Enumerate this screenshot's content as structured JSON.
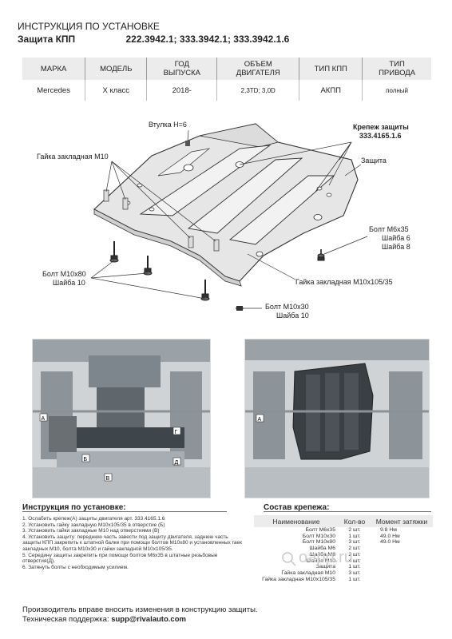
{
  "header": {
    "title": "ИНСТРУКЦИЯ ПО УСТАНОВКЕ",
    "product": "Защита КПП",
    "codes": "222.3942.1; 333.3942.1; 333.3942.1.6"
  },
  "spec_table": {
    "headers": [
      "МАРКА",
      "МОДЕЛЬ",
      "ГОД\nВЫПУСКА",
      "ОБЪЕМ\nДВИГАТЕЛЯ",
      "ТИП КПП",
      "ТИП\nПРИВОДА"
    ],
    "row": [
      "Mercedes",
      "X класс",
      "2018-",
      "2,3TD; 3,0D",
      "АКПП",
      "полный"
    ]
  },
  "diagram_labels": {
    "bushing": "Втулка Н=6",
    "mount_kit": "Крепеж защиты",
    "mount_kit_code": "333.4165.1.6",
    "guard": "Защита",
    "nut_m10": "Гайка закладная М10",
    "bolt_m6": "Болт М6х35",
    "washer_6": "Шайба 6",
    "washer_8": "Шайба 8",
    "bolt_m10x80": "Болт М10х80",
    "washer_10_a": "Шайба 10",
    "nut_m10x105": "Гайка закладная М10х105/35",
    "bolt_m10x30": "Болт М10х30",
    "washer_10_b": "Шайба 10"
  },
  "photo_labels": {
    "a1": "А",
    "a2": "А",
    "b1": "Б",
    "v1": "В",
    "g1": "Г",
    "d1": "Д"
  },
  "instructions": {
    "title": "Инструкция по установке:",
    "steps": [
      "1. Ослабить крепеж(А) защиты двигателя арт. 333.4165.1.6",
      "2. Установить гайку закладную М10х105/35 в отверстие (Б)",
      "3. Установить гайки закладные М10 над отверстиями (В)",
      "4. Установить защиту: переднюю часть завести под защиту двигателя, заднюю часть",
      "защиты КПП закрепить к штатной балке при помощи болтов М10х80 и установленных гаек",
      "закладных М10, болта М10х30 и гайки закладной М10х105/35.",
      "5. Середину защиты закрепить при помощи болтов М6х35 в штатные резьбовые",
      "отверстия(Д).",
      "6. Затянуть болты с необходимым усилием."
    ]
  },
  "fasteners": {
    "title": "Состав крепежа:",
    "headers": [
      "Наименование",
      "Кол-во",
      "Момент затяжки"
    ],
    "rows": [
      [
        "Болт М6х35",
        "2 шт.",
        "9.8 Нм"
      ],
      [
        "Болт М10х30",
        "1 шт.",
        "49.0 Нм"
      ],
      [
        "Болт М10х80",
        "3 шт.",
        "49.0 Нм"
      ],
      [
        "Шайба М6",
        "2 шт.",
        ""
      ],
      [
        "Шайба М8",
        "2 шт.",
        ""
      ],
      [
        "Шайба М10",
        "4 шт.",
        ""
      ],
      [
        "Защита",
        "1 шт.",
        ""
      ],
      [
        "Гайка закладная М10",
        "3 шт.",
        ""
      ],
      [
        "Гайка закладная М10х105/35",
        "1 шт.",
        ""
      ]
    ]
  },
  "footer": {
    "note": "Производитель вправе вносить изменения в конструкцию защиты.",
    "support_label": "Техническая поддержка:",
    "support_email": "supp@rivalauto.com"
  },
  "watermark": "oapp.ru",
  "colors": {
    "plate_fill": "#e6e6e6",
    "plate_stroke": "#333333",
    "header_bg": "#ececec",
    "photo_bg": "#cfd3d6"
  }
}
